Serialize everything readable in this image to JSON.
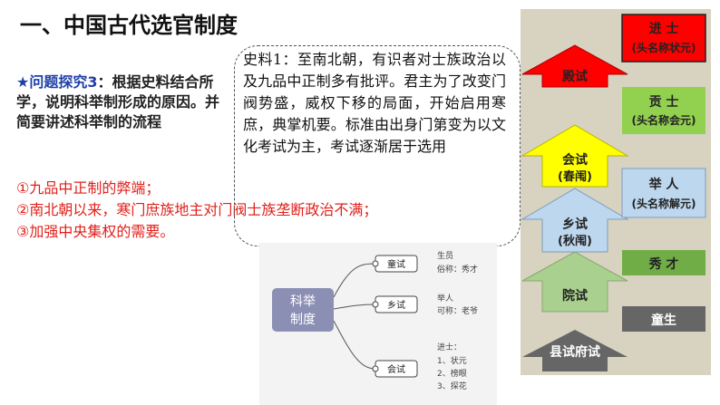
{
  "title": "一、中国古代选官制度",
  "question": {
    "star": "★问题探究3",
    "text": "：根据史料结合所学，说明科举制形成的原因。并简要讲述科举制的流程"
  },
  "answers": [
    "①九品中正制的弊端；",
    "②南北朝以来，寒门庶族地主对门阀士族垄断政治不满；",
    "③加强中央集权的需要。"
  ],
  "source": {
    "text": "史料1：至南北朝，有识者对士族政治以及九品中正制多有批评。君主为了改变门阀势盛，威权下移的局面，开始启用寒庶，典掌机要。标准由出身门第变为以文化考试为主，考试逐渐居于选用"
  },
  "mindmap": {
    "root_line1": "科举",
    "root_line2": "制度",
    "branches": [
      {
        "label": "童试",
        "note_line1": "生员",
        "note_line2": "俗称：秀才"
      },
      {
        "label": "乡试",
        "note_line1": "举人",
        "note_line2": "可称：老爷"
      },
      {
        "label": "会试",
        "note_line1": "进士：",
        "note_line2": "1、状元",
        "note_line3": "2、榜眼",
        "note_line4": "3、探花"
      }
    ]
  },
  "ladder": {
    "levels": [
      {
        "exam_line1": "县试府试",
        "exam_line2": "",
        "title_line1": "童生",
        "title_line2": ""
      },
      {
        "exam_line1": "院试",
        "exam_line2": "",
        "title_line1": "秀 才",
        "title_line2": ""
      },
      {
        "exam_line1": "乡试",
        "exam_line2": "(秋闱)",
        "title_line1": "举 人",
        "title_line2": "(头名称解元)"
      },
      {
        "exam_line1": "会试",
        "exam_line2": "(春闱)",
        "title_line1": "贡 士",
        "title_line2": "(头名称会元)"
      },
      {
        "exam_line1": "殿试",
        "exam_line2": "",
        "title_line1": "进 士",
        "title_line2": "(头名称状元)"
      }
    ],
    "colors": {
      "background": "#d7d3c0",
      "arrow_1": "#666666",
      "arrow_2": "#a9d08e",
      "arrow_3": "#bdd7ee",
      "arrow_4": "#ffff00",
      "arrow_5": "#ff0000",
      "box_1": "#666666",
      "box_2": "#70ad47",
      "box_3": "#bdd7ee",
      "box_4": "#92d050",
      "box_5": "#ff0000"
    }
  }
}
